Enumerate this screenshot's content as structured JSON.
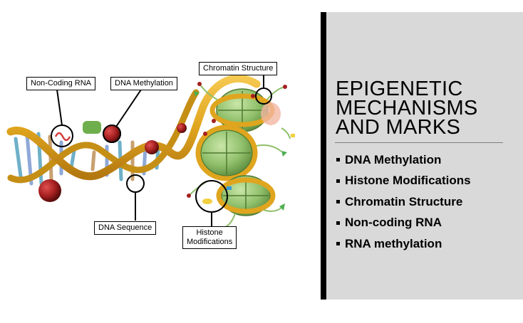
{
  "diagram": {
    "labels": {
      "non_coding_rna": "Non-Coding RNA",
      "dna_methylation": "DNA Methylation",
      "chromatin_structure": "Chromatin Structure",
      "dna_sequence": "DNA Sequence",
      "histone_line1": "Histone",
      "histone_line2": "Modifications"
    },
    "colors": {
      "backbone": "#e0a51e",
      "histone": "#8fbf6a",
      "methyl": "#a51f1f",
      "rna": "#d23b3b"
    }
  },
  "panel": {
    "title_lines": [
      "EPIGENETIC",
      "MECHANISMS",
      "AND MARKS"
    ],
    "items": [
      "DNA Methylation",
      "Histone Modifications",
      "Chromatin Structure",
      "Non-coding RNA",
      "RNA methylation"
    ],
    "colors": {
      "background": "#d9d9d9",
      "bar": "#000000"
    }
  }
}
